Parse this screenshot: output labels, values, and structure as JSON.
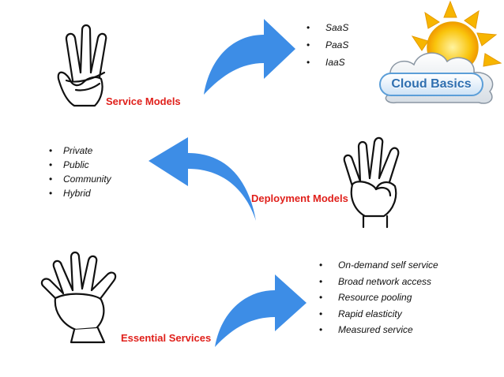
{
  "badge": {
    "text": "Cloud Basics"
  },
  "sections": {
    "service": {
      "label": "Service Models",
      "items": [
        "SaaS",
        "PaaS",
        "IaaS"
      ]
    },
    "deployment": {
      "label": "Deployment Models",
      "items": [
        "Private",
        "Public",
        "Community",
        "Hybrid"
      ]
    },
    "essential": {
      "label": "Essential Services",
      "items": [
        "On-demand self service",
        "Broad network access",
        "Resource pooling",
        "Rapid elasticity",
        "Measured service"
      ]
    }
  },
  "bullet_glyph": "•",
  "colors": {
    "label": "#e0201b",
    "arrow": "#3d8de6",
    "sun": "#f7b500",
    "cloud_text": "#2f6fb0"
  },
  "icons": [
    "three-fingers-hand-icon",
    "four-fingers-hand-icon",
    "open-hand-icon",
    "sun-cloud-icon",
    "curved-arrow-icon"
  ]
}
